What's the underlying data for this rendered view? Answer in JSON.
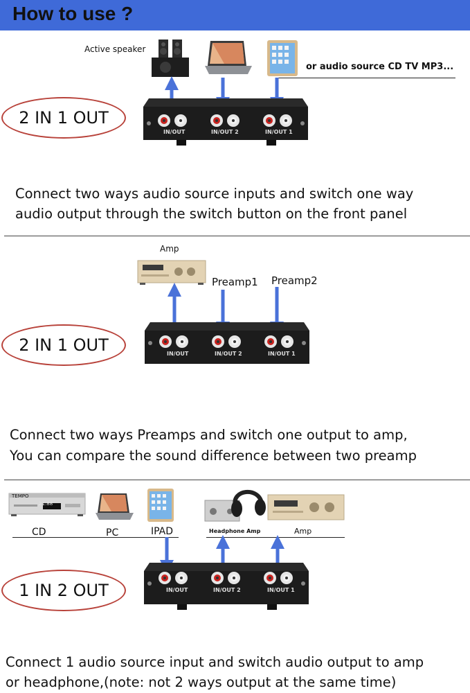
{
  "header": {
    "title": "How to use ?"
  },
  "sections": [
    {
      "mode": "2 IN 1 OUT",
      "labels": {
        "speaker": "Active speaker",
        "source": "or audio source CD TV MP3..."
      },
      "ports": [
        "IN/OUT",
        "IN/OUT 2",
        "IN/OUT 1"
      ],
      "description": [
        "Connect two ways audio source inputs and switch one way",
        "audio output through the switch button on the front panel"
      ]
    },
    {
      "mode": "2 IN 1 OUT",
      "labels": {
        "amp": "Amp",
        "preamp1": "Preamp1",
        "preamp2": "Preamp2"
      },
      "ports": [
        "IN/OUT",
        "IN/OUT 2",
        "IN/OUT 1"
      ],
      "description": [
        "Connect two ways Preamps and switch one output to amp,",
        "You can compare the sound difference between two preamp"
      ]
    },
    {
      "mode": "1 IN 2 OUT",
      "labels": {
        "cd": "CD",
        "pc": "PC",
        "ipad": "IPAD",
        "headphone_amp": "Headphone Amp",
        "amp": "Amp",
        "cd_brand": "TEMPO",
        "cd_display": "21:88"
      },
      "ports": [
        "IN/OUT",
        "IN/OUT 2",
        "IN/OUT 1"
      ],
      "description": [
        "Connect 1 audio source input and switch audio output to amp",
        "or headphone,(note: not 2 ways output at the same time)"
      ]
    }
  ],
  "colors": {
    "header": "#3f6ad8",
    "arrow": "#4a72d9",
    "oval": "#b8423a",
    "rca_red": "#c8231f",
    "rca_white": "#e6e6e6"
  },
  "icons": [
    "speaker-icon",
    "laptop-icon",
    "tablet-icon",
    "amplifier-icon",
    "cd-player-icon",
    "headphone-icon"
  ]
}
